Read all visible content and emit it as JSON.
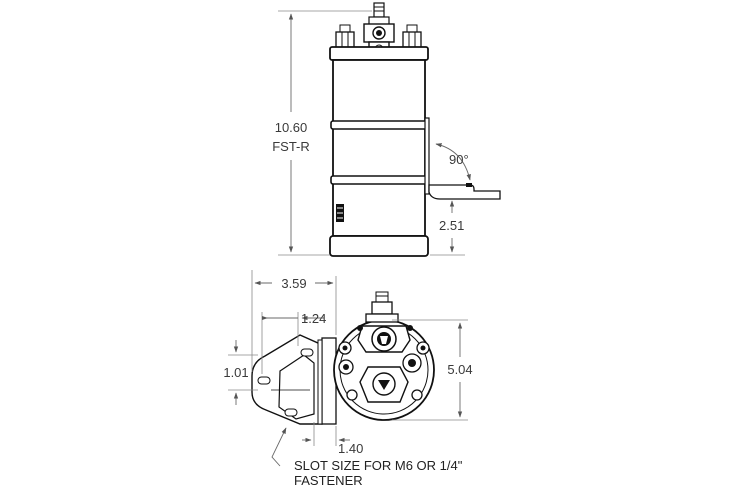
{
  "front_view": {
    "height_value": "10.60",
    "model_label": "FST-R",
    "angle_label": "90°",
    "bracket_height": "2.51"
  },
  "top_view": {
    "overall_width": "3.59",
    "bracket_slot_offset": "1.24",
    "slot_spacing": "1.01",
    "bracket_depth": "1.40",
    "body_diameter": "5.04"
  },
  "note": {
    "line1": "SLOT SIZE FOR M6 OR 1/4\"",
    "line2": "FASTENER"
  }
}
